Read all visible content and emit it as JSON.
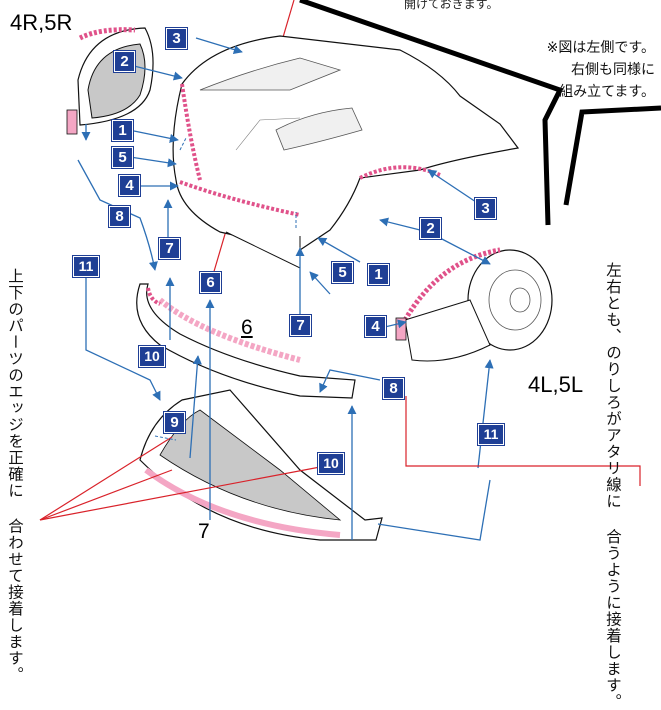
{
  "notes": {
    "top": "開けておきます。",
    "right": "※図は左側です。\n右側も同様に\n組み立てます。",
    "left_vertical": "上下のパーツのエッジを正確に\n合わせて接着します。",
    "right_vertical": "左右とも、のりしろがアタリ線に\n合うように接着します。"
  },
  "part_labels": {
    "p4r5r": "4R,5R",
    "p4l5l": "4L,5L",
    "p6": "6",
    "p7": "7"
  },
  "step_badges": {
    "s3a": "3",
    "s2a": "2",
    "s1a": "1",
    "s5a": "5",
    "s4a": "4",
    "s8a": "8",
    "s7a": "7",
    "s11a": "11",
    "s6": "6",
    "s10a": "10",
    "s9": "9",
    "s3b": "3",
    "s2b": "2",
    "s1b": "1",
    "s5b": "5",
    "s4b": "4",
    "s7b": "7",
    "s8b": "8",
    "s11b": "11",
    "s10b": "10"
  },
  "colors": {
    "badge": "#1f3f95",
    "arrow": "#2d6fb5",
    "glue_tab": "#f4a6c4",
    "glue_dash": "#e0528a",
    "gray_part": "#c8c8c8",
    "red_line": "#d9222a",
    "outline": "#111111"
  }
}
